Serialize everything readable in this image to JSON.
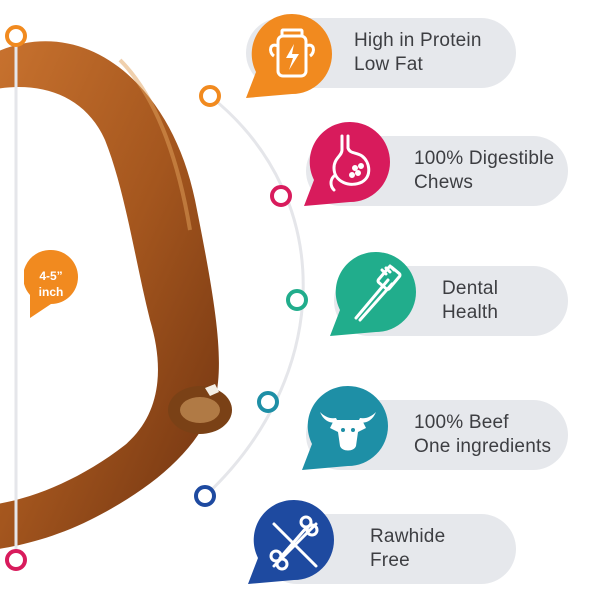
{
  "size_badge": {
    "line1": "4-5”",
    "line2": "inch",
    "color": "#f18a1f"
  },
  "features": [
    {
      "line1": "High in Protein",
      "line2": "Low Fat",
      "icon": "protein-jar-icon",
      "color": "#f18a1f"
    },
    {
      "line1": "100% Digestible",
      "line2": "Chews",
      "icon": "stomach-icon",
      "color": "#d81b5c"
    },
    {
      "line1": "Dental",
      "line2": "Health",
      "icon": "toothbrush-icon",
      "color": "#21ad8c"
    },
    {
      "line1": "100% Beef",
      "line2": "One ingredients",
      "icon": "bull-head-icon",
      "color": "#1e8fa6"
    },
    {
      "line1": "Rawhide",
      "line2": "Free",
      "icon": "no-bone-icon",
      "color": "#1e4aa0"
    }
  ]
}
